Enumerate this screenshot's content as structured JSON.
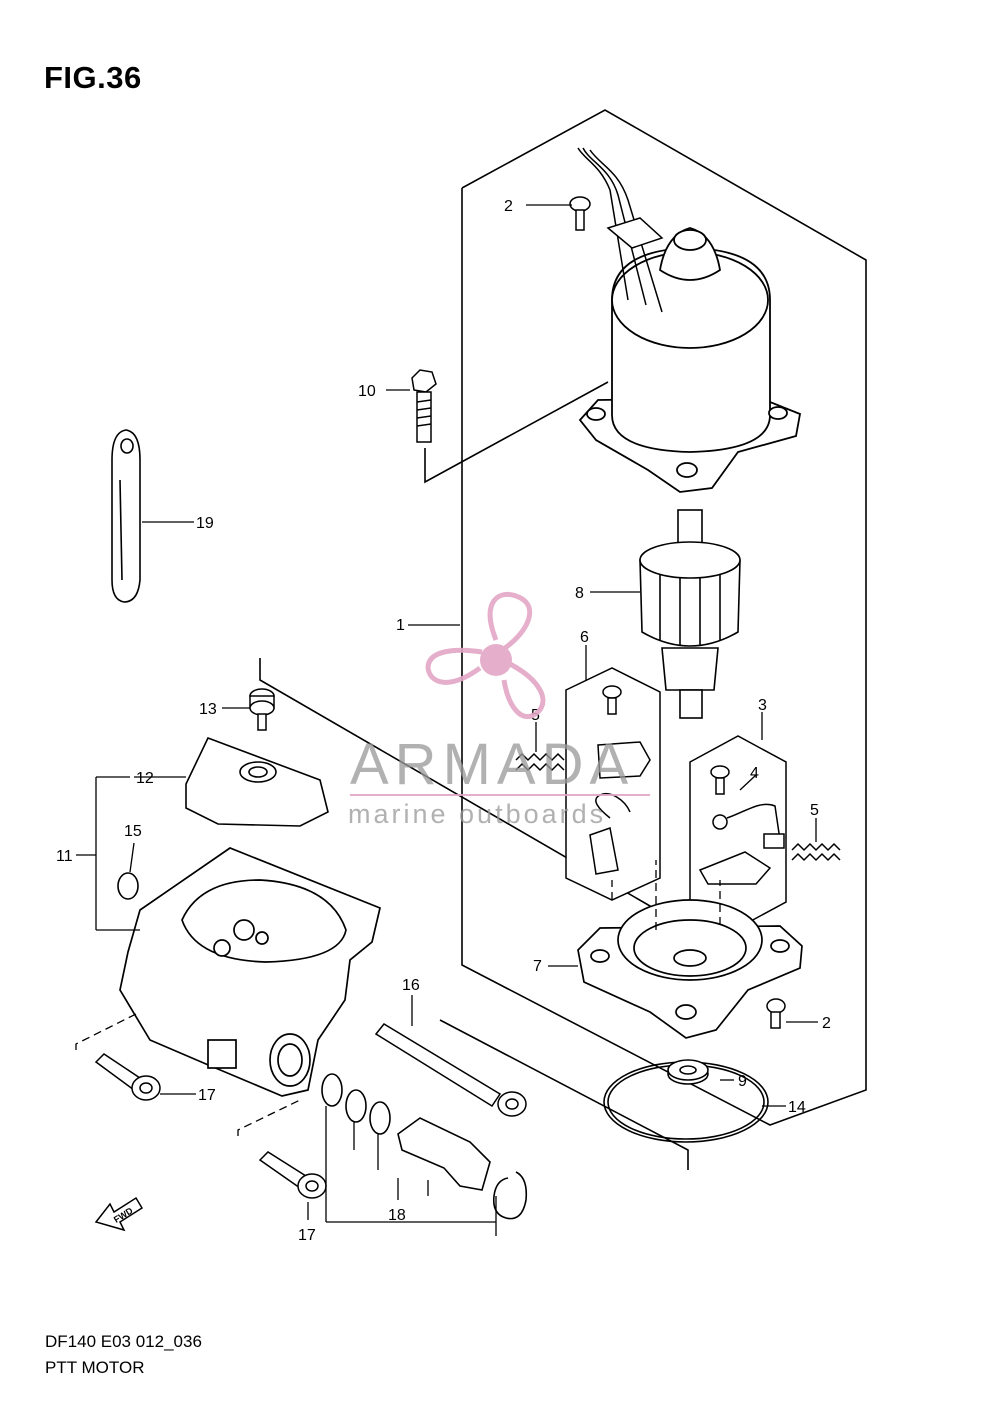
{
  "figure": {
    "title": "FIG.36",
    "model_code": "DF140 E03 012_036",
    "section_name": "PTT MOTOR"
  },
  "watermark": {
    "brand": "ARMADA",
    "tagline": "marine outboards",
    "color": "#e3a6c6"
  },
  "direction_label": "FWD",
  "part_labels": {
    "p1": "1",
    "p2a": "2",
    "p2b": "2",
    "p3": "3",
    "p4": "4",
    "p5a": "5",
    "p5b": "5",
    "p6": "6",
    "p7": "7",
    "p8": "8",
    "p9": "9",
    "p10": "10",
    "p11": "11",
    "p12": "12",
    "p13": "13",
    "p14": "14",
    "p15": "15",
    "p16": "16",
    "p17a": "17",
    "p17b": "17",
    "p18": "18",
    "p19": "19"
  },
  "colors": {
    "ink": "#000000",
    "background": "#ffffff"
  }
}
